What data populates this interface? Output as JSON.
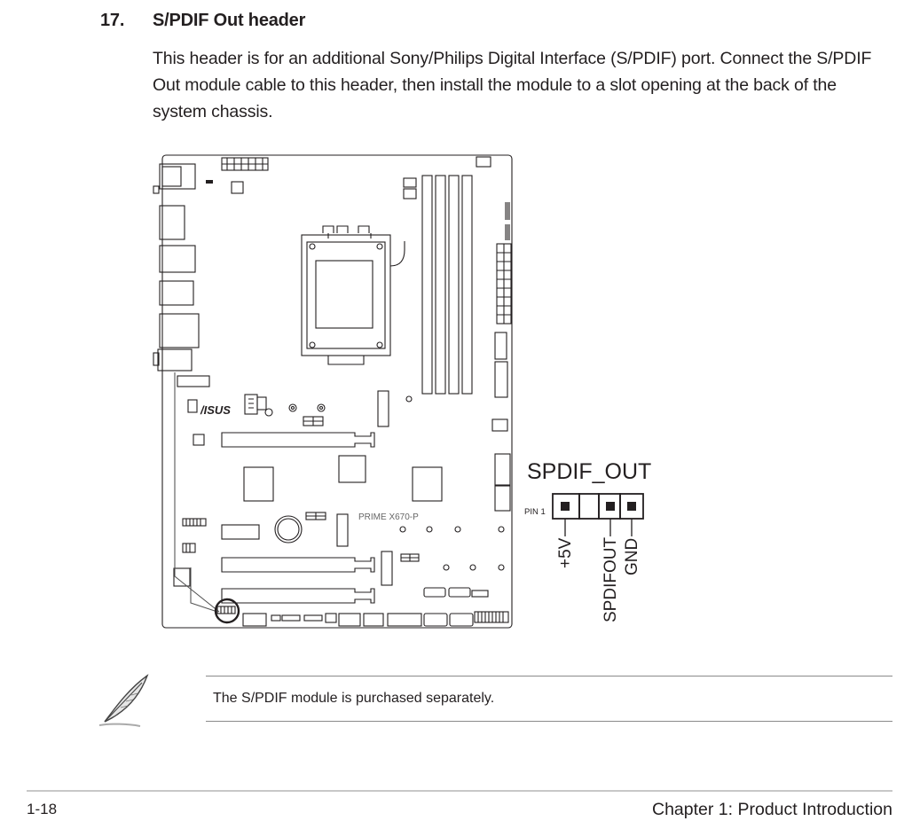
{
  "section": {
    "number": "17.",
    "title": "S/PDIF Out header",
    "body": "This header is for an additional Sony/Philips Digital Interface (S/PDIF) port. Connect the S/PDIF Out module cable to this header, then install the module to a slot opening at the back of the system chassis."
  },
  "board": {
    "brand": "/ISUS",
    "model": "PRIME X670-P"
  },
  "pinout": {
    "title": "SPDIF_OUT",
    "pin1_label": "PIN 1",
    "pins": [
      "+5V",
      "SPDIFOUT",
      "GND"
    ]
  },
  "note": {
    "icon": "feather-icon",
    "text": "The S/PDIF module is purchased separately."
  },
  "footer": {
    "page": "1-18",
    "chapter": "Chapter 1: Product Introduction"
  }
}
